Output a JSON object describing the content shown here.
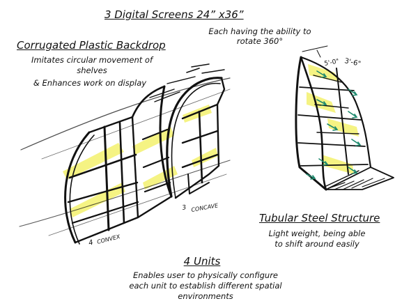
{
  "screens": {
    "heading": "3 Digital Screens 24” x36”",
    "desc_line1": "Each having the ability to",
    "desc_line2": "rotate 360°"
  },
  "backdrop": {
    "heading": "Corrugated Plastic Backdrop",
    "desc_line1": "Imitates circular movement of",
    "desc_line2": "shelves",
    "desc2": "& Enhances work on display"
  },
  "structure": {
    "heading": "Tubular Steel Structure",
    "desc_line1": "Light weight, being able",
    "desc_line2": "to shift around easily"
  },
  "units": {
    "heading": "4 Units",
    "desc_line1": "Enables user to physically configure",
    "desc_line2": "each unit to establish different spatial",
    "desc_line3": "environments"
  },
  "sketch_notes": {
    "dim_width": "3'-6\"",
    "dim_depth": "5'-0\"",
    "label_concave": "CONCAVE",
    "label_convex": "CONVEX",
    "num_3": "3",
    "num_4": "4"
  },
  "colors": {
    "ink": "#111111",
    "highlight": "#f2ef5a",
    "arrow": "#1f8a6e"
  }
}
